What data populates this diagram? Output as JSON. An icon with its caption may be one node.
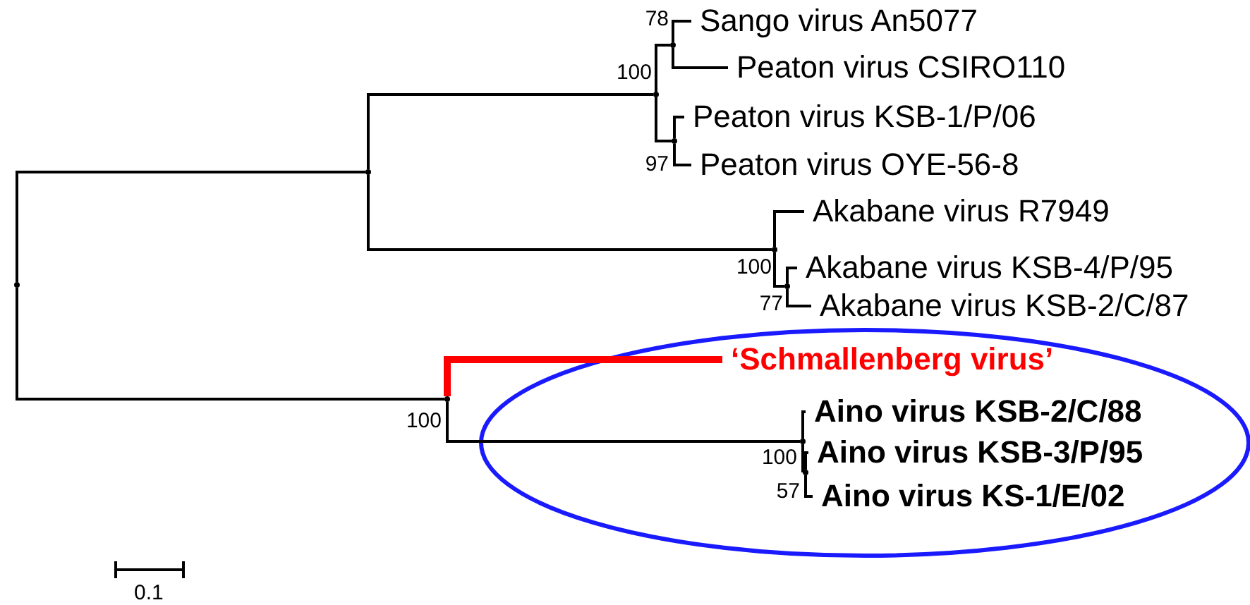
{
  "diagram": {
    "nodes": [
      {
        "text": [],
        "shape": "dot"
      },
      {
        "text": [],
        "shape": "dot"
      },
      {
        "text": [],
        "shape": "dot",
        "beside": [
          "100"
        ]
      },
      {
        "text": [],
        "shape": "dot",
        "beside": [
          "78"
        ]
      },
      {
        "text": [
          "Sango virus An5077"
        ]
      },
      {
        "text": [
          "Peaton virus CSIRO110"
        ]
      },
      {
        "text": [],
        "shape": "dot",
        "beside": [
          "97"
        ]
      },
      {
        "text": [
          "Peaton virus KSB-1/P/06"
        ]
      },
      {
        "text": [
          "Peaton virus OYE-56-8"
        ]
      },
      {
        "text": [],
        "shape": "dot",
        "beside": [
          "100"
        ]
      },
      {
        "text": [
          "Akabane virus R7949"
        ]
      },
      {
        "text": [],
        "shape": "dot",
        "beside": [
          "77"
        ]
      },
      {
        "text": [
          "Akabane virus KSB-4/P/95"
        ]
      },
      {
        "text": [
          "Akabane virus KSB-2/C/87"
        ]
      },
      {
        "text": [],
        "shape": "dot",
        "beside": [
          "100"
        ]
      },
      {
        "text": [
          "‘Schmallenberg virus’"
        ]
      },
      {
        "text": [],
        "shape": "dot",
        "beside": [
          "100"
        ]
      },
      {
        "text": [
          "Aino virus KSB-2/C/88"
        ]
      },
      {
        "text": [],
        "shape": "dot",
        "beside": [
          "57"
        ]
      },
      {
        "text": [
          "Aino virus KSB-3/P/95"
        ]
      },
      {
        "text": [
          "Aino virus KS-1/E/02"
        ]
      }
    ],
    "edges": [
      {
        "from": 0,
        "to": 1,
        "arrow": "none"
      },
      {
        "from": 1,
        "to": 2,
        "arrow": "none"
      },
      {
        "from": 2,
        "to": 3,
        "arrow": "none"
      },
      {
        "from": 3,
        "to": 4,
        "arrow": "none"
      },
      {
        "from": 3,
        "to": 5,
        "arrow": "none"
      },
      {
        "from": 2,
        "to": 6,
        "arrow": "none"
      },
      {
        "from": 6,
        "to": 7,
        "arrow": "none"
      },
      {
        "from": 6,
        "to": 8,
        "arrow": "none"
      },
      {
        "from": 1,
        "to": 9,
        "arrow": "none"
      },
      {
        "from": 9,
        "to": 10,
        "arrow": "none"
      },
      {
        "from": 9,
        "to": 11,
        "arrow": "none"
      },
      {
        "from": 11,
        "to": 12,
        "arrow": "none"
      },
      {
        "from": 11,
        "to": 13,
        "arrow": "none"
      },
      {
        "from": 0,
        "to": 14,
        "arrow": "none"
      },
      {
        "from": 14,
        "to": 15,
        "arrow": "none",
        "style": "thick",
        "color": "#ff0000"
      },
      {
        "from": 14,
        "to": 16,
        "arrow": "none"
      },
      {
        "from": 16,
        "to": 17,
        "arrow": "none"
      },
      {
        "from": 16,
        "to": 18,
        "arrow": "none"
      },
      {
        "from": 18,
        "to": 19,
        "arrow": "none"
      },
      {
        "from": 18,
        "to": 20,
        "arrow": "none"
      }
    ],
    "labels": [
      "0.1"
    ]
  }
}
